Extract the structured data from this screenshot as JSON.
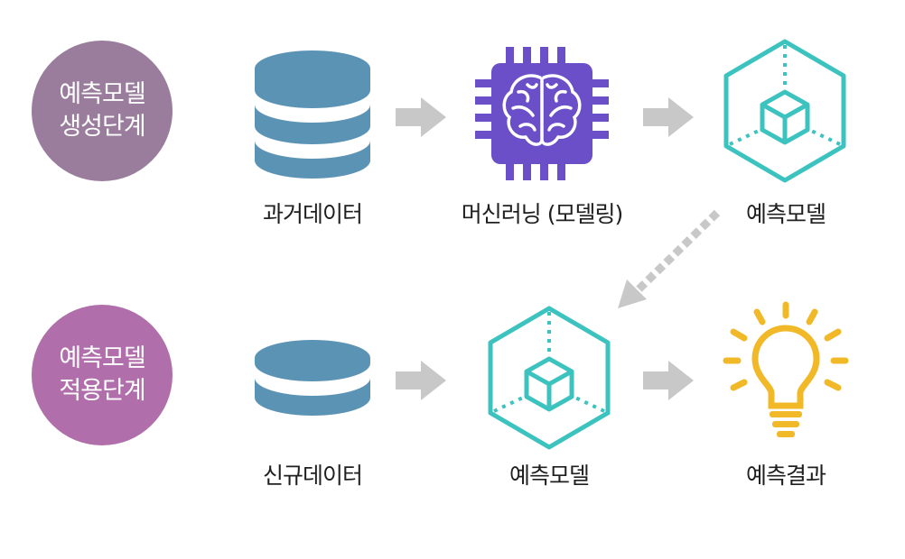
{
  "stages": {
    "generation": {
      "line1": "예측모델",
      "line2": "생성단계"
    },
    "application": {
      "line1": "예측모델",
      "line2": "적용단계"
    }
  },
  "row1": {
    "past_data": "과거데이터",
    "machine_learning": "머신러닝 (모델링)",
    "model": "예측모델"
  },
  "row2": {
    "new_data": "신규데이터",
    "model": "예측모델",
    "result": "예측결과"
  },
  "colors": {
    "database": "#5b93b5",
    "chip": "#6b4fc8",
    "cube": "#3cc3c0",
    "bulb": "#f1b928",
    "arrow": "#c8c8c8",
    "stage_generation": "#9a7d9d",
    "stage_application": "#b06eab"
  },
  "icons": [
    "database-icon",
    "brain-chip-icon",
    "cube-icon",
    "lightbulb-icon",
    "arrow-right-icon",
    "dashed-arrow-icon"
  ]
}
